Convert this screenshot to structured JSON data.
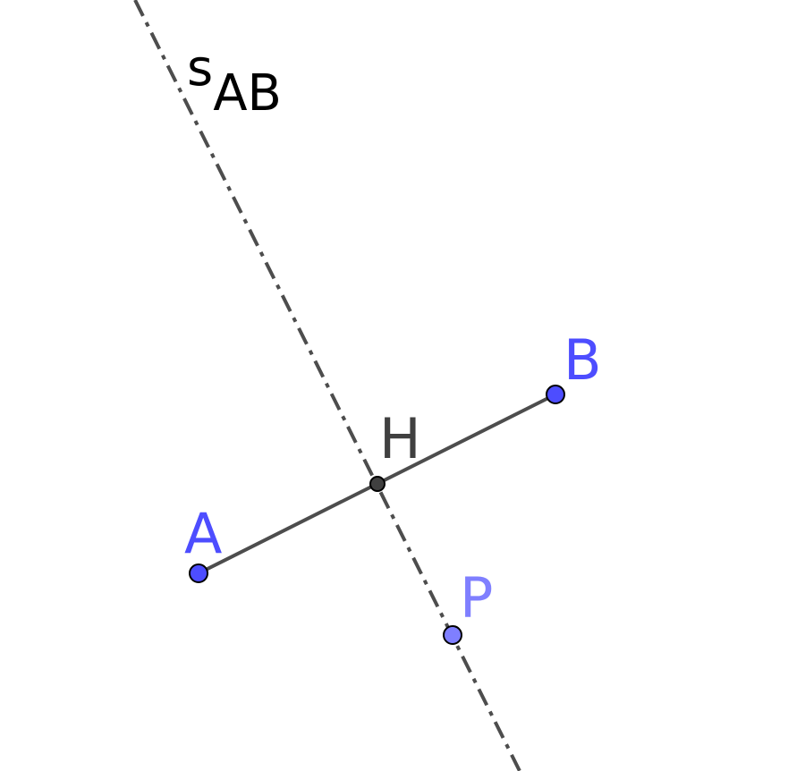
{
  "diagram": {
    "line_label": {
      "main": "s",
      "subscript": "AB"
    },
    "points": {
      "A": {
        "label": "A",
        "color": "#4d4dff"
      },
      "B": {
        "label": "B",
        "color": "#4d4dff"
      },
      "H": {
        "label": "H",
        "color": "#404040"
      },
      "P": {
        "label": "P",
        "color": "#7f7fff"
      }
    },
    "segment": {
      "from": "A",
      "to": "B",
      "color": "#4d4d4d"
    },
    "bisector": {
      "name": "s_AB",
      "style": "dash-dot",
      "color": "#4d4d4d"
    }
  }
}
